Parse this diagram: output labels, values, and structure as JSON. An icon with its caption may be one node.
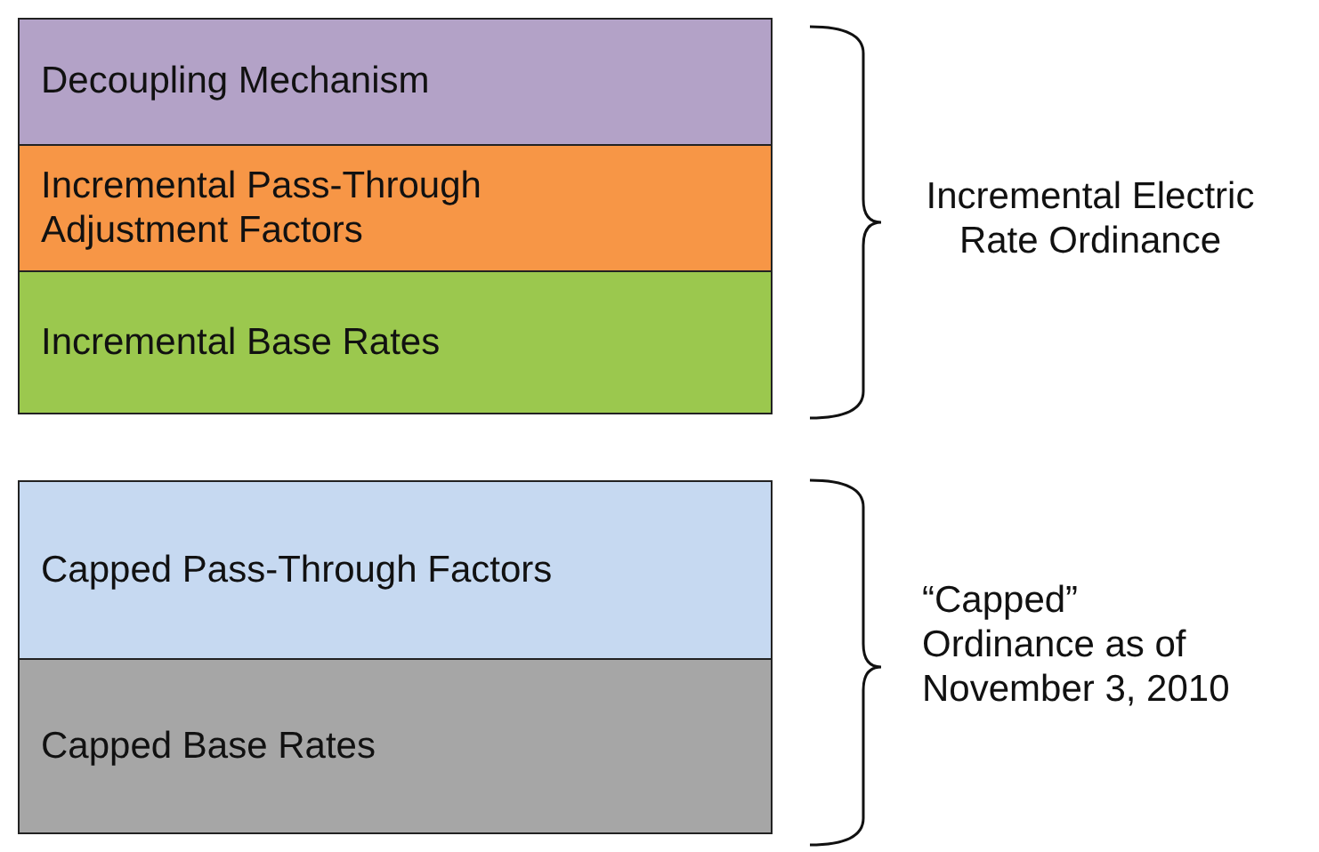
{
  "diagram": {
    "nodes": [
      {
        "text": [
          "Decoupling Mechanism"
        ]
      },
      {
        "text": [
          "Incremental Pass-Through Adjustment Factors"
        ]
      },
      {
        "text": [
          "Incremental Base Rates"
        ]
      },
      {
        "text": [
          "Capped Pass-Through Factors"
        ]
      },
      {
        "text": [
          "Capped Base Rates"
        ]
      }
    ],
    "labels": [
      "Incremental Electric Rate Ordinance",
      "“Capped” Ordinance as of November 3, 2010"
    ]
  }
}
